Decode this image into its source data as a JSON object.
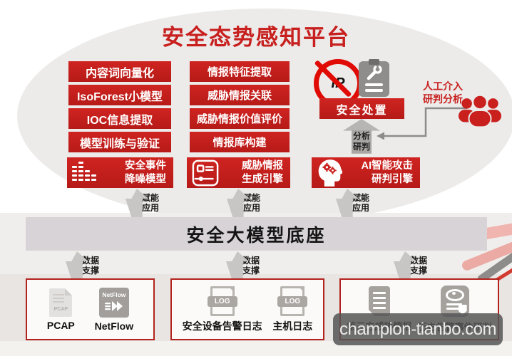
{
  "title": "安全态势感知平台",
  "model_modules": [
    "内容词向量化",
    "IsoForest小模型",
    "IOC信息提取",
    "模型训练与验证"
  ],
  "intel_modules": [
    "情报特征提取",
    "威胁情报关联",
    "威胁情报价值评价",
    "情报库构建"
  ],
  "engines": {
    "event_noise": {
      "line1": "安全事件",
      "line2": "降噪模型"
    },
    "intel_gen": {
      "line1": "威胁情报",
      "line2": "生成引擎"
    },
    "ai_attack": {
      "line1": "AI智能攻击",
      "line2": "研判引擎"
    }
  },
  "response": {
    "ban_text": "IP",
    "dispose_label": "安全处置"
  },
  "analysis_arrow": {
    "line1": "分析",
    "line2": "研判"
  },
  "manual_review": {
    "line1": "人工介入",
    "line2": "研判分析"
  },
  "empower_label": {
    "line1": "赋能",
    "line2": "应用"
  },
  "data_support_label": {
    "line1": "数据",
    "line2": "支撑"
  },
  "foundation_label": "安全大模型底座",
  "data_sources": {
    "traffic": {
      "items": [
        {
          "label": "PCAP",
          "icon_text": "PCAP"
        },
        {
          "label": "NetFlow",
          "icon_text": "NetFlow"
        }
      ]
    },
    "logs": {
      "items": [
        {
          "label": "安全设备告警日志",
          "icon_text": "LOG"
        },
        {
          "label": "主机日志",
          "icon_text": "LOG"
        }
      ]
    },
    "intel": {
      "items": [
        {
          "label": "第三方威胁情报"
        },
        {
          "label": "历史告警事件研判"
        }
      ]
    }
  },
  "watermark": "champion-tianbo.com",
  "colors": {
    "primary_red": "#c9201e",
    "ban_red": "#e10b05",
    "box_border_red": "#b3221e",
    "foundation_gray": "#d7d3d6",
    "arrow_gray": "#c8c6c4",
    "icon_gray": "#a5a29e"
  }
}
